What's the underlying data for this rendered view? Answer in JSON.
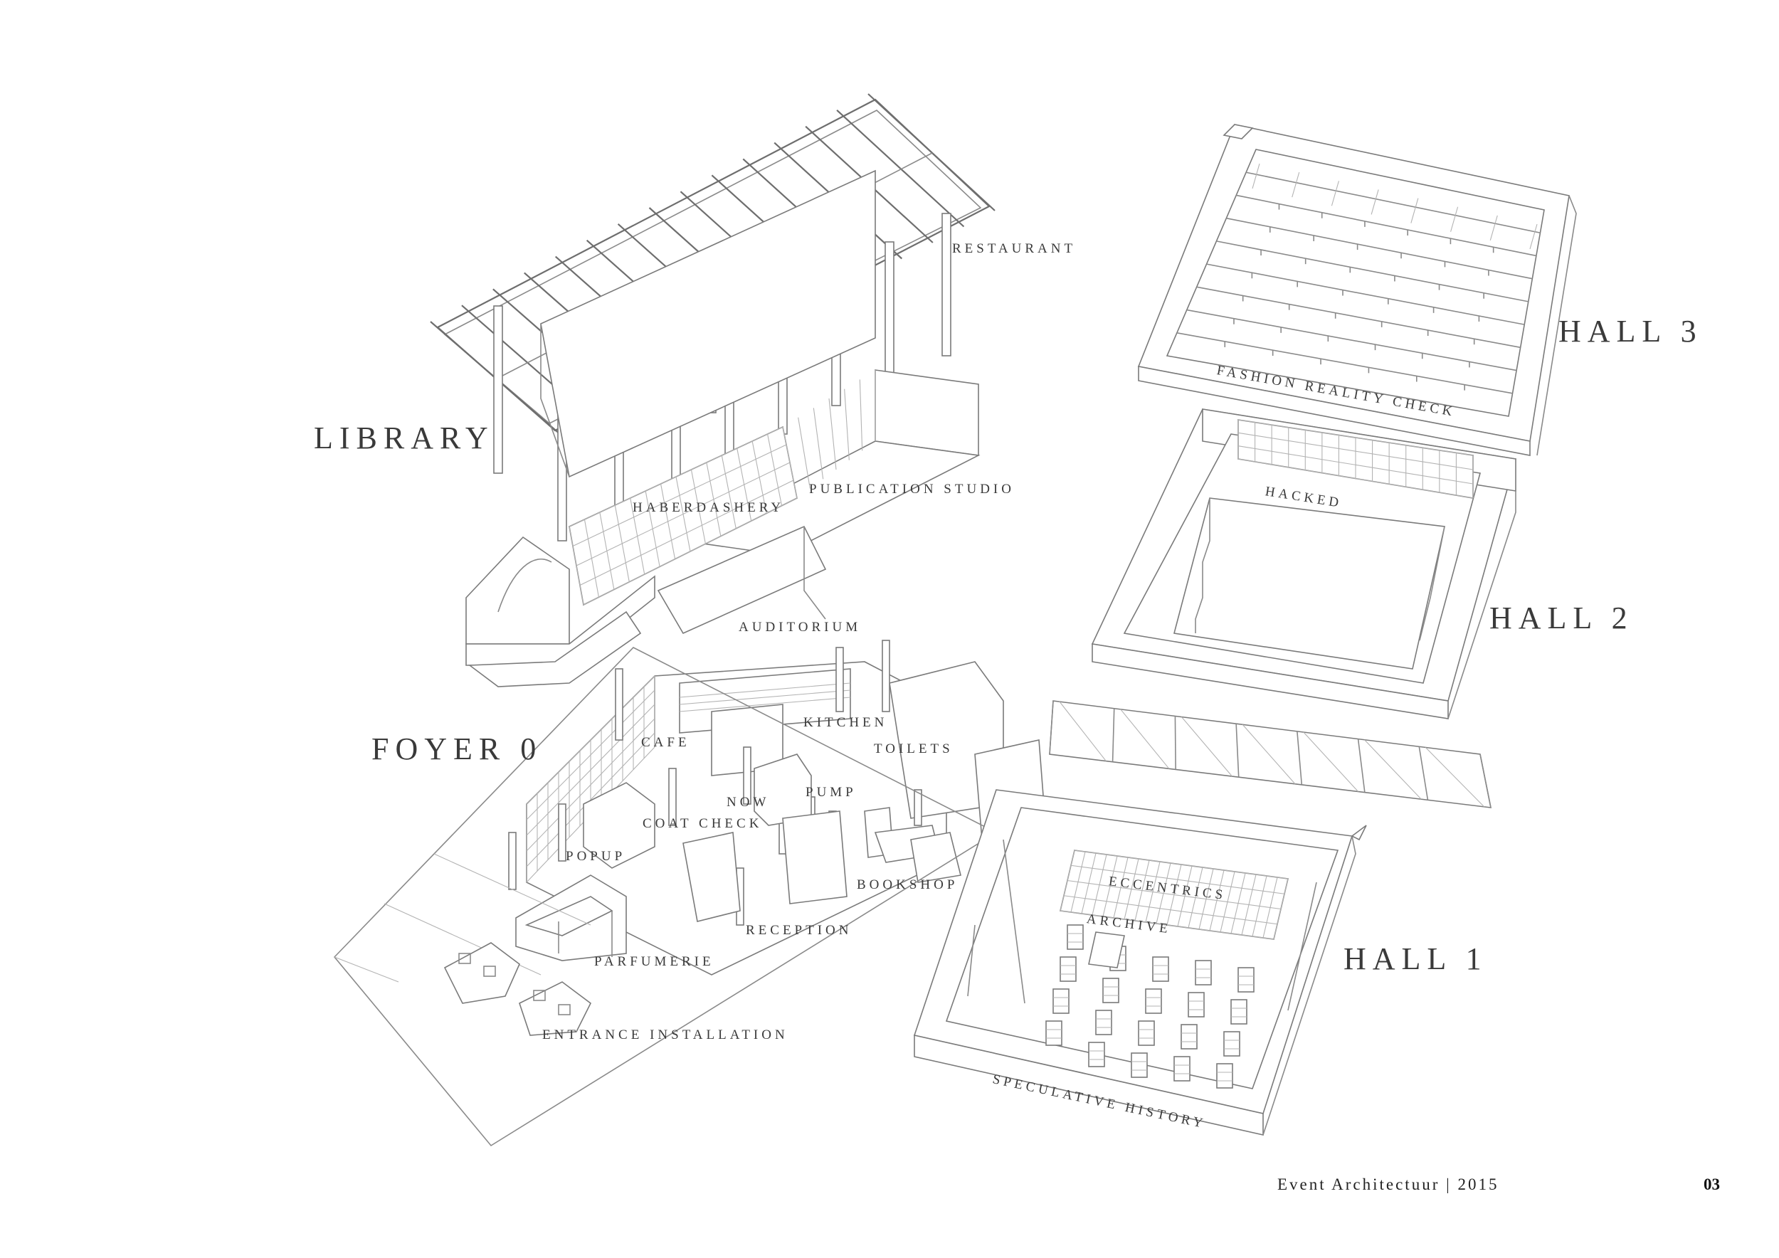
{
  "labels": {
    "library": "LIBRARY",
    "hall3": "HALL 3",
    "hall2": "HALL 2",
    "hall1": "HALL 1",
    "foyer0": "FOYER 0",
    "restaurant": "RESTAURANT",
    "haberdashery": "HABERDASHERY",
    "publication_studio": "PUBLICATION STUDIO",
    "fashion_reality_check": "FASHION REALITY CHECK",
    "hacked": "HACKED",
    "auditorium": "AUDITORIUM",
    "kitchen": "KITCHEN",
    "toilets": "TOILETS",
    "cafe": "CAFE",
    "now": "NOW",
    "pump": "PUMP",
    "coat_check": "COAT CHECK",
    "popup": "POPUP",
    "bookshop": "BOOKSHOP",
    "reception": "RECEPTION",
    "parfumerie": "PARFUMERIE",
    "entrance_installation": "ENTRANCE INSTALLATION",
    "eccentrics": "ECCENTRICS",
    "archive": "ARCHIVE",
    "speculative_history": "SPECULATIVE HISTORY"
  },
  "footer": {
    "title": "Event Architectuur | 2015",
    "page": "03"
  }
}
